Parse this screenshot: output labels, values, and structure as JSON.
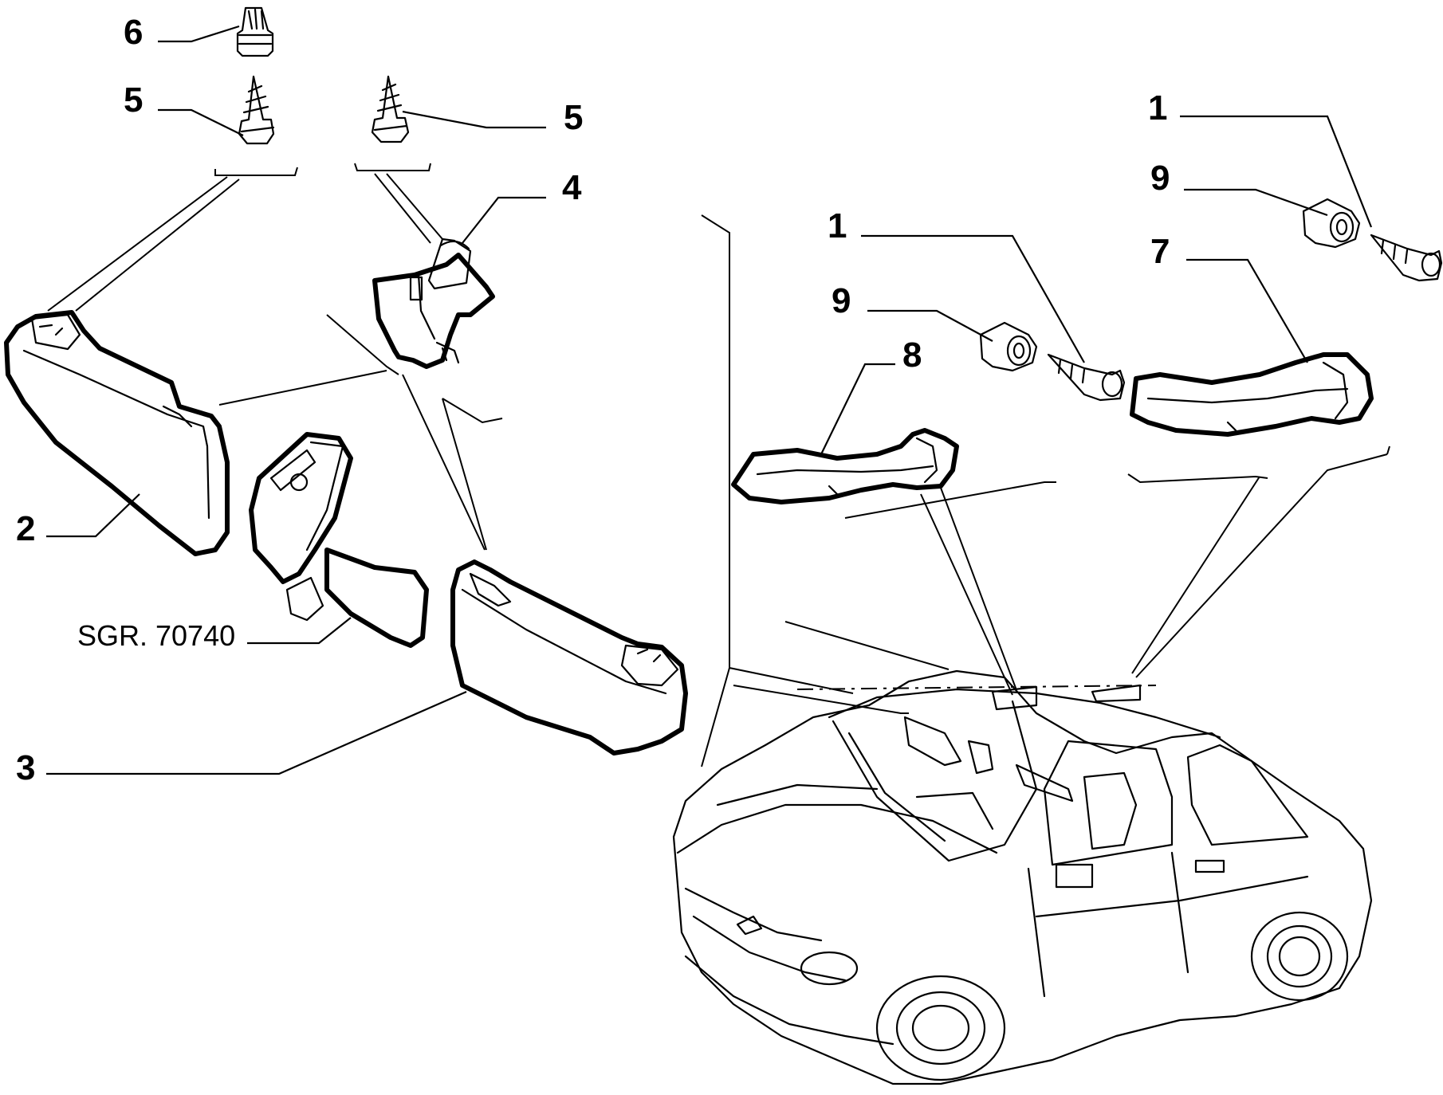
{
  "diagram": {
    "reference_code": "SGR. 70740",
    "callouts": [
      {
        "id": "c6",
        "label": "6"
      },
      {
        "id": "c5a",
        "label": "5"
      },
      {
        "id": "c5b",
        "label": "5"
      },
      {
        "id": "c4",
        "label": "4"
      },
      {
        "id": "c2",
        "label": "2"
      },
      {
        "id": "c3",
        "label": "3"
      },
      {
        "id": "c1a",
        "label": "1"
      },
      {
        "id": "c9a",
        "label": "9"
      },
      {
        "id": "c8",
        "label": "8"
      },
      {
        "id": "c1b",
        "label": "1"
      },
      {
        "id": "c9b",
        "label": "9"
      },
      {
        "id": "c7",
        "label": "7"
      }
    ]
  }
}
